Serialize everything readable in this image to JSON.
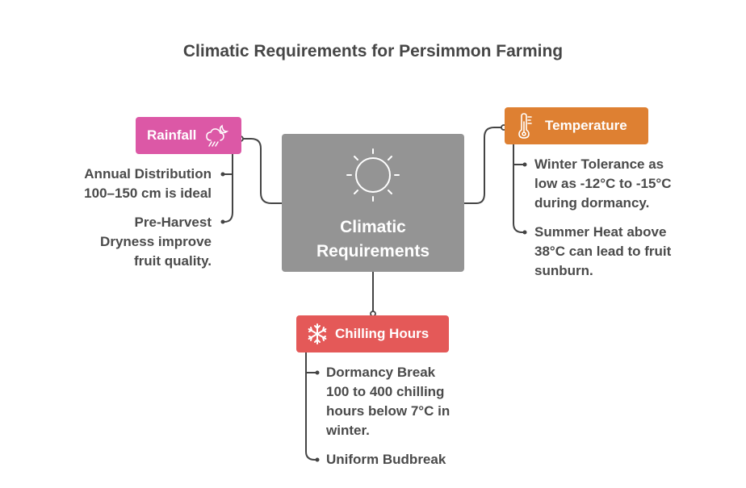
{
  "title": "Climatic Requirements for Persimmon Farming",
  "center": {
    "label_line1": "Climatic",
    "label_line2": "Requirements",
    "icon": "sun-icon",
    "color": "#949494"
  },
  "branches": {
    "rainfall": {
      "label": "Rainfall",
      "icon": "cloud-rain-moon-icon",
      "color": "#dc58a6",
      "items": [
        {
          "line1": "Annual Distribution",
          "line2": "100–150 cm is ideal"
        },
        {
          "line1": "Pre-Harvest",
          "line2": "Dryness improve",
          "line3": "fruit quality."
        }
      ]
    },
    "temperature": {
      "label": "Temperature",
      "icon": "thermometer-icon",
      "color": "#de8032",
      "items": [
        {
          "line1": "Winter Tolerance as",
          "line2": "low as -12°C to -15°C",
          "line3": "during dormancy."
        },
        {
          "line1": "Summer Heat above",
          "line2": "38°C can lead to fruit",
          "line3": "sunburn."
        }
      ]
    },
    "chilling": {
      "label": "Chilling Hours",
      "icon": "snowflake-icon",
      "color": "#e45958",
      "items": [
        {
          "line1": "Dormancy Break",
          "line2": "100 to 400 chilling",
          "line3": "hours below 7°C in",
          "line4": "winter."
        },
        {
          "line1": "Uniform Budbreak"
        }
      ]
    }
  }
}
